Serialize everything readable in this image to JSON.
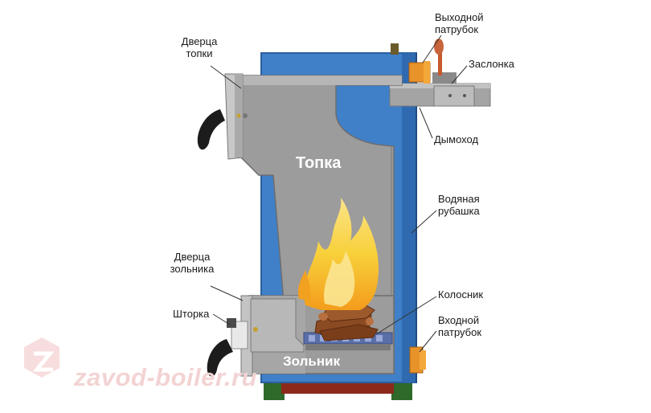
{
  "labels": {
    "outlet_pipe": [
      "Выходной",
      "патрубок"
    ],
    "damper": "Заслонка",
    "firebox_door": [
      "Дверца",
      "топки"
    ],
    "chimney": "Дымоход",
    "water_jacket": [
      "Водяная",
      "рубашка"
    ],
    "ash_door": [
      "Дверца",
      "зольника"
    ],
    "grate": "Колосник",
    "shutter": "Шторка",
    "inlet_pipe": [
      "Входной",
      "патрубок"
    ]
  },
  "inside": {
    "firebox": "Топка",
    "ashpit": "Зольник"
  },
  "watermark": "zavod-boiler.ru",
  "colors": {
    "jacket_blue": "#3f80c8",
    "jacket_blue_dark": "#2b5f9e",
    "steel_gray": "#9a9a9a",
    "steel_gray_light": "#b4b4b4",
    "fire_yellow": "#f7c628",
    "fire_orange": "#e88c1a",
    "wood_brown": "#8a4a22",
    "base_green": "#2f6a2a",
    "pipe_orange": "#e8932a",
    "grate_blue": "#5a6fa8",
    "watermark_pink": "#f3d3d3"
  }
}
